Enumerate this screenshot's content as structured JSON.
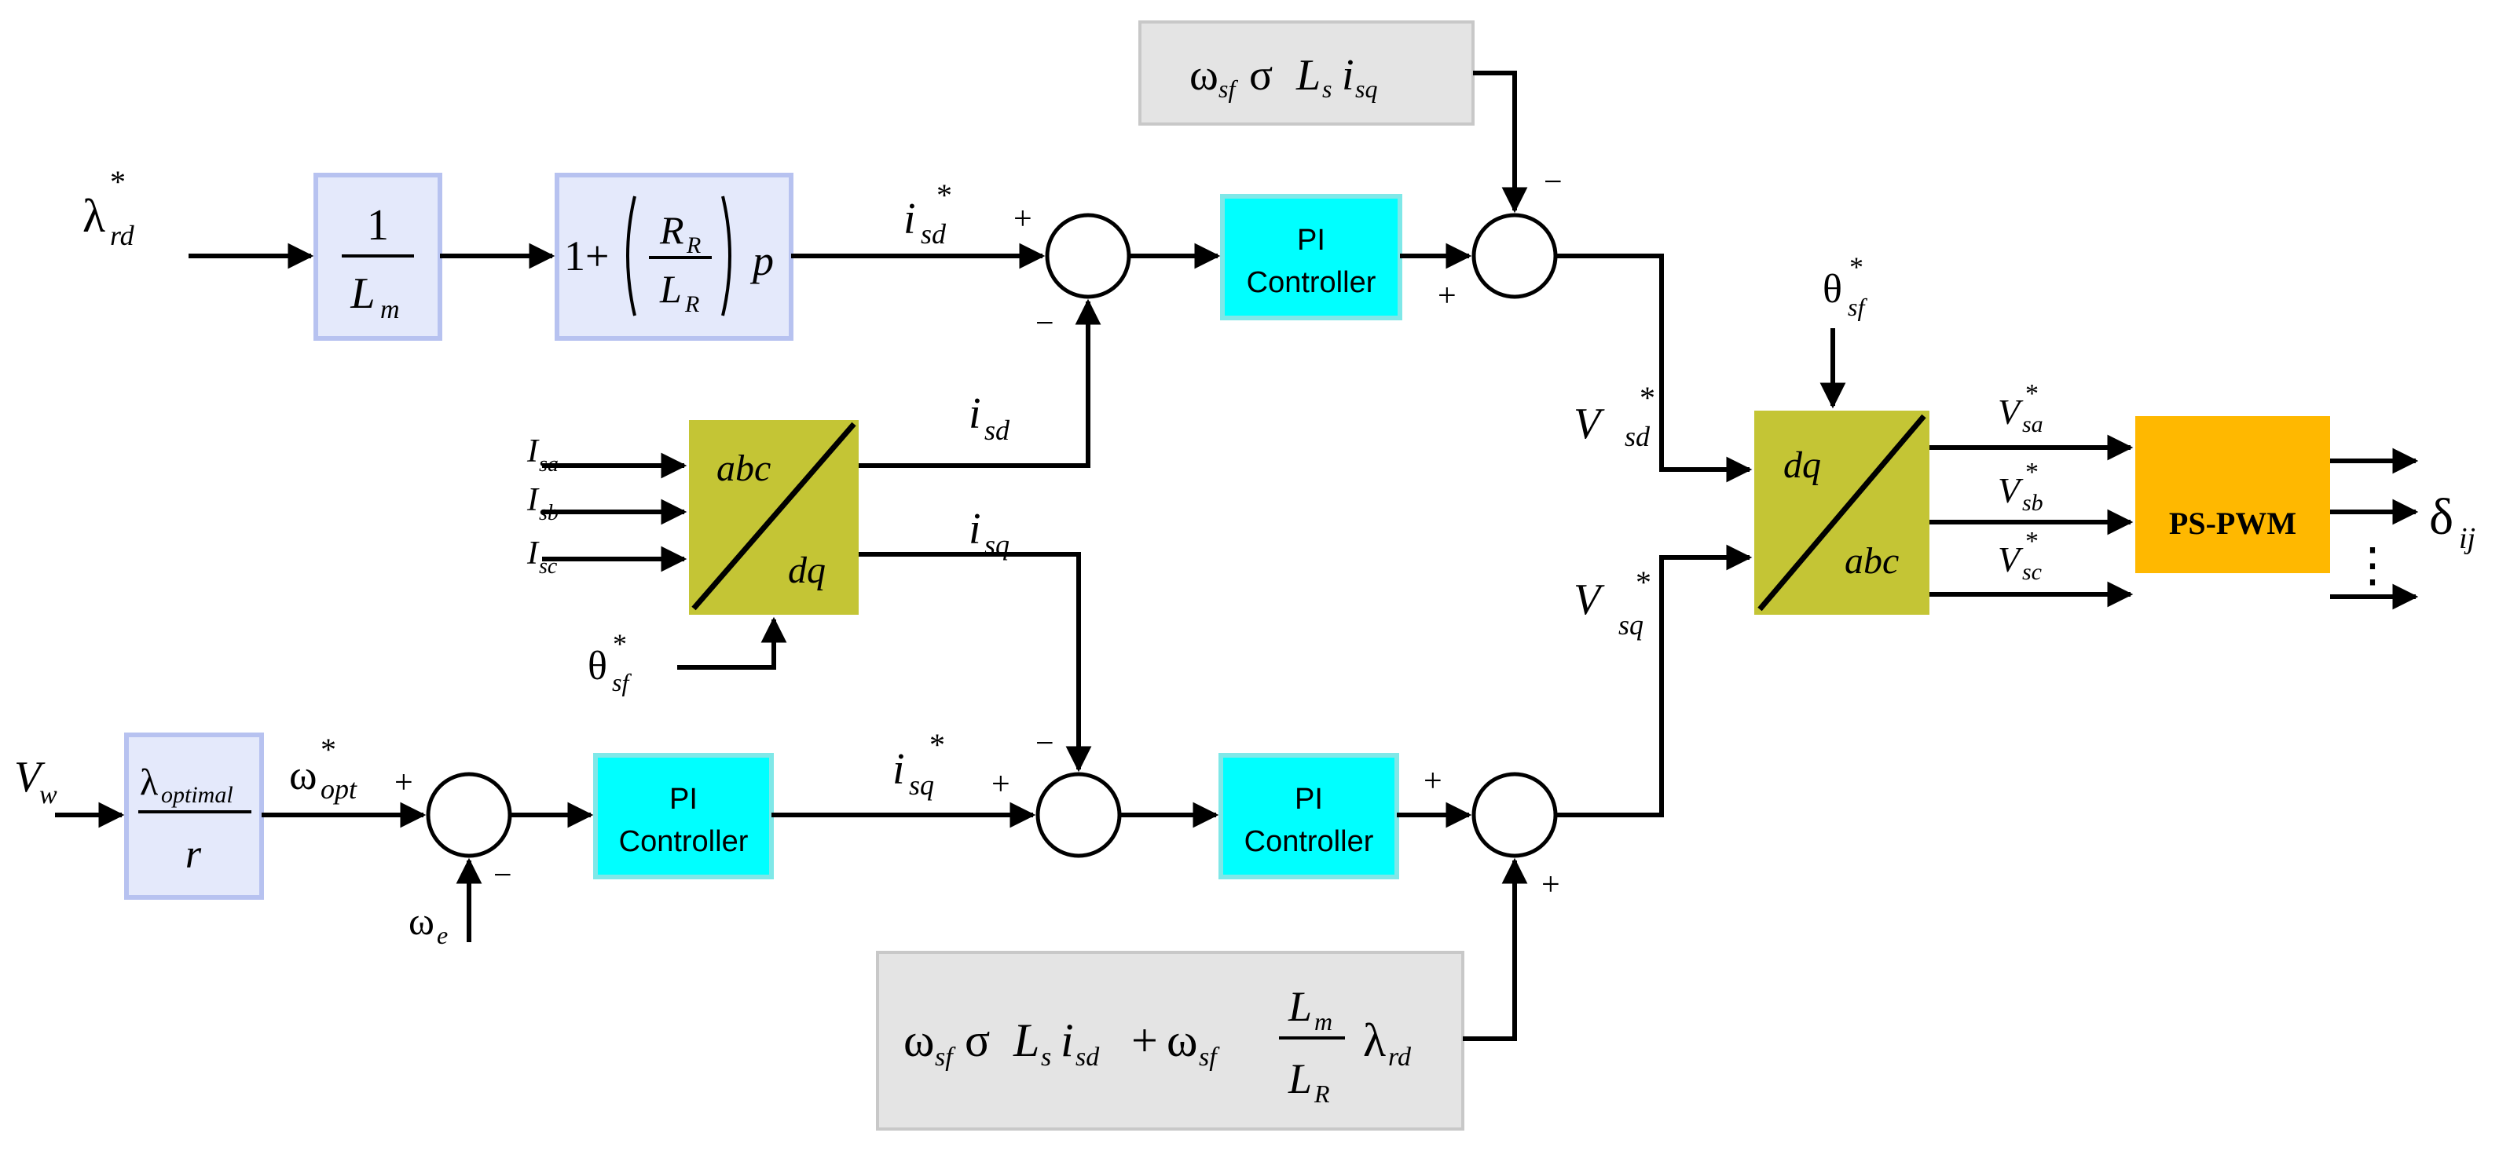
{
  "blocks": {
    "inv_lm": {
      "num": "1",
      "den": "L",
      "den_sub": "m"
    },
    "flux_tf": {
      "one_plus": "1+",
      "r_num": "R",
      "r_num_sub": "R",
      "r_den": "L",
      "r_den_sub": "R",
      "p": "p"
    },
    "lambda_opt": {
      "num": "λ",
      "num_sub": "optimal",
      "den": "r"
    },
    "pi_top": {
      "line1": "PI",
      "line2": "Controller"
    },
    "pi_wopt": {
      "line1": "PI",
      "line2": "Controller"
    },
    "pi_isq": {
      "line1": "PI",
      "line2": "Controller"
    },
    "pi_vd": {
      "line1": "PI",
      "line2": "Controller"
    },
    "abc_dq": {
      "top": "abc",
      "bottom": "dq"
    },
    "dq_abc": {
      "top": "dq",
      "bottom": "abc"
    },
    "pspwm": {
      "label": "PS-PWM"
    },
    "ff_top": {
      "omega": "ω",
      "omega_sub": "sf",
      "sigma": "σ",
      "L": "L",
      "L_sub": "s",
      "i": "i",
      "i_sub": "sq"
    },
    "ff_bottom": {
      "omega": "ω",
      "omega_sub": "sf",
      "sigma": "σ",
      "L": "L",
      "L_sub": "s",
      "i": "i",
      "i_sub": "sd",
      "plus": "+",
      "omega2": "ω",
      "omega2_sub": "sf",
      "lm": "L",
      "lm_sub": "m",
      "lr": "L",
      "lr_sub": "R",
      "lambda": "λ",
      "lambda_sub": "rd"
    }
  },
  "signals": {
    "lambda_rd_ref": {
      "sym": "λ",
      "sub": "rd",
      "sup": "*"
    },
    "isd_ref": {
      "sym": "i",
      "sub": "sd",
      "sup": "*"
    },
    "isd": {
      "sym": "i",
      "sub": "sd"
    },
    "isq": {
      "sym": "i",
      "sub": "sq"
    },
    "isq_ref": {
      "sym": "i",
      "sub": "sq",
      "sup": "*"
    },
    "isa": {
      "sym": "I",
      "sub": "sa"
    },
    "isb": {
      "sym": "I",
      "sub": "sb"
    },
    "isc": {
      "sym": "I",
      "sub": "sc"
    },
    "theta_sf_1": {
      "sym": "θ",
      "sub": "sf",
      "sup": "*"
    },
    "theta_sf_2": {
      "sym": "θ",
      "sub": "sf",
      "sup": "*"
    },
    "vw": {
      "sym": "V",
      "sub": "w"
    },
    "w_opt": {
      "sym": "ω",
      "sub": "opt",
      "sup": "*"
    },
    "we": {
      "sym": "ω",
      "sub": "e"
    },
    "vsd_ref": {
      "sym": "V",
      "sub": "sd",
      "sup": "*"
    },
    "vsq_ref": {
      "sym": "V",
      "sub": "sq",
      "sup": "*"
    },
    "vsa": {
      "sym": "V",
      "sub": "sa",
      "sup": "*"
    },
    "vsb": {
      "sym": "V",
      "sub": "sb",
      "sup": "*"
    },
    "vsc": {
      "sym": "V",
      "sub": "sc",
      "sup": "*"
    },
    "delta": {
      "sym": "δ",
      "sub": "ij"
    },
    "dots": "⋮"
  },
  "signs": {
    "plus": "+",
    "minus": "−"
  },
  "colors": {
    "tf_fill": "#E4E9FB",
    "tf_stroke": "#B7C2F0",
    "pi_fill": "#00FFFF",
    "pi_stroke": "#7FE8E8",
    "transform_fill": "#C4C535",
    "pspwm_fill": "#FFB800",
    "ff_fill": "#E4E4E4",
    "ff_stroke": "#C8C8C8",
    "wire": "#000000"
  }
}
